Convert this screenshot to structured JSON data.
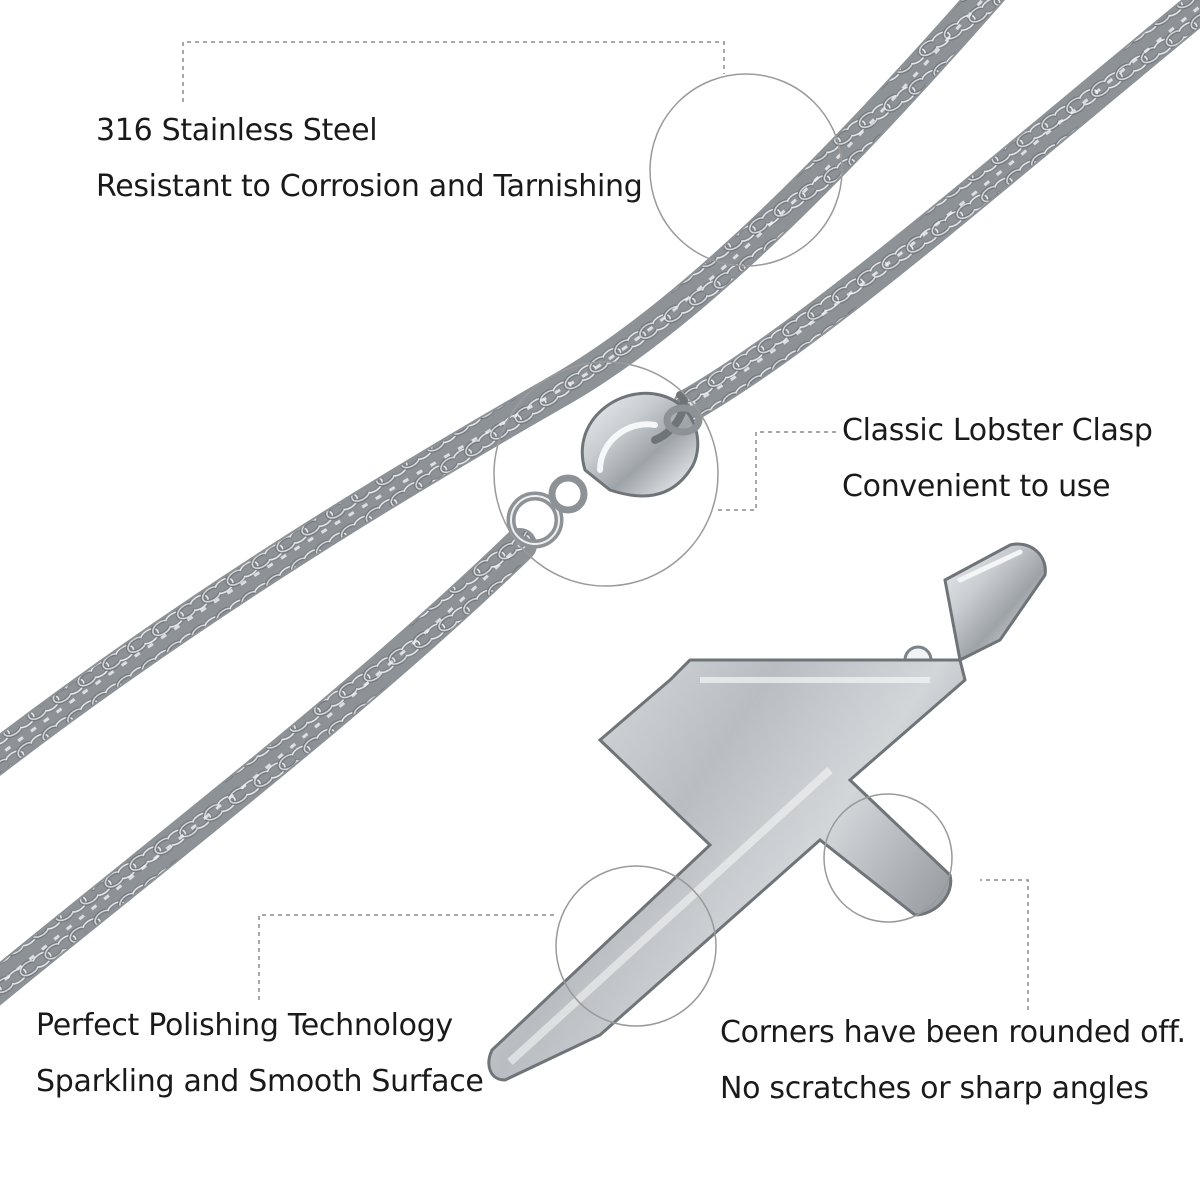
{
  "captions": {
    "steel": {
      "line1": "316 Stainless Steel",
      "line2": "Resistant to Corrosion and Tarnishing"
    },
    "clasp": {
      "line1": "Classic Lobster Clasp",
      "line2": "Convenient to use"
    },
    "polish": {
      "line1": "Perfect Polishing Technology",
      "line2": "Sparkling and Smooth Surface"
    },
    "corners": {
      "line1": "Corners have been rounded off.",
      "line2": "No scratches or sharp angles"
    }
  },
  "colors": {
    "background": "#ffffff",
    "text": "#1a1a1a",
    "leader": "#8a8a8a",
    "steel": "#b8bcc0"
  }
}
